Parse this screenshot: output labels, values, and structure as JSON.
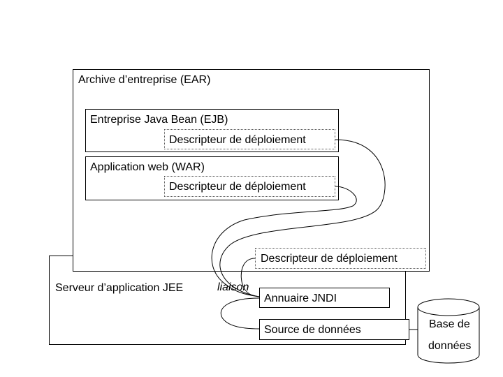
{
  "diagram": {
    "server": {
      "label": "Serveur d’application JEE"
    },
    "ear": {
      "label": "Archive d’entreprise (EAR)"
    },
    "ejb": {
      "label": "Entreprise Java Bean (EJB)",
      "descriptor": "Descripteur de déploiement"
    },
    "war": {
      "label": "Application web (WAR)",
      "descriptor": "Descripteur de déploiement"
    },
    "server_descriptor": "Descripteur de déploiement",
    "binding_label": "liaison",
    "jndi": "Annuaire JNDI",
    "datasource": "Source de données",
    "database": {
      "line1": "Base de",
      "line2": "données"
    }
  }
}
